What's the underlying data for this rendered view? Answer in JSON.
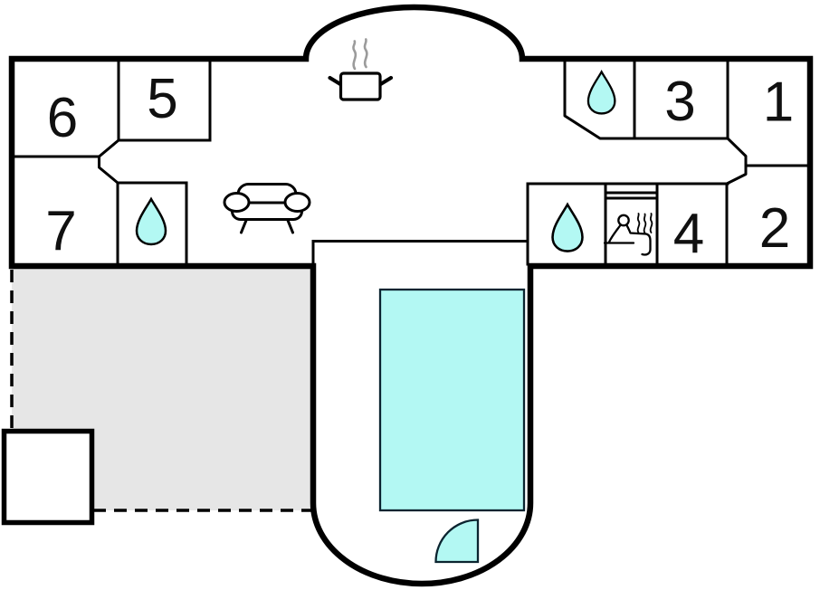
{
  "floor_plan": {
    "room_numbers": {
      "r1": "1",
      "r2": "2",
      "r3": "3",
      "r4": "4",
      "r5": "5",
      "r6": "6",
      "r7": "7"
    },
    "colors": {
      "wall": "#000000",
      "water_feature": "#b3f8f3",
      "terrace": "#e6e6e6",
      "kitchen_steam": "#9b9b9b",
      "background": "#ffffff"
    },
    "icons": [
      {
        "name": "water-drop-icon",
        "area": "bathroom-left"
      },
      {
        "name": "water-drop-icon",
        "area": "bathroom-top-right"
      },
      {
        "name": "water-drop-icon",
        "area": "bathroom-bottom-right"
      },
      {
        "name": "cooking-pot-icon",
        "area": "kitchen"
      },
      {
        "name": "sofa-icon",
        "area": "living-room"
      },
      {
        "name": "sauna-person-icon",
        "area": "sauna"
      },
      {
        "name": "door-swing-icon",
        "area": "pool-room"
      }
    ],
    "features": {
      "numbered_rooms": 7,
      "pool": true,
      "terrace": true
    }
  }
}
